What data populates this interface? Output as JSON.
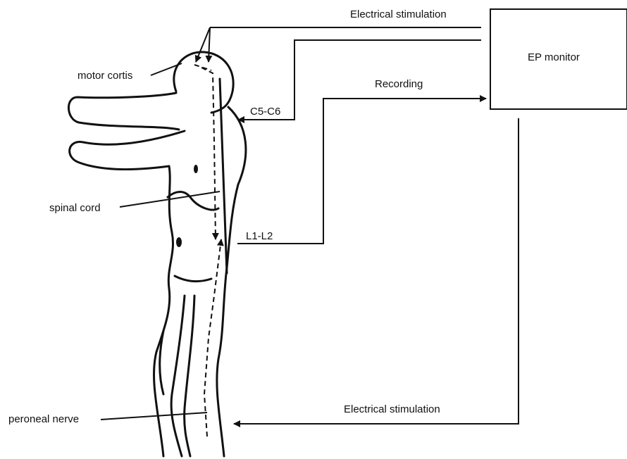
{
  "labels": {
    "stim_top": "Electrical stimulation",
    "monitor": "EP monitor",
    "recording": "Recording",
    "motor": "motor cortis",
    "c5c6": "C5-C6",
    "spinal": "spinal cord",
    "l1l2": "L1-L2",
    "peroneal": "peroneal nerve",
    "stim_bottom": "Electrical stimulation"
  }
}
